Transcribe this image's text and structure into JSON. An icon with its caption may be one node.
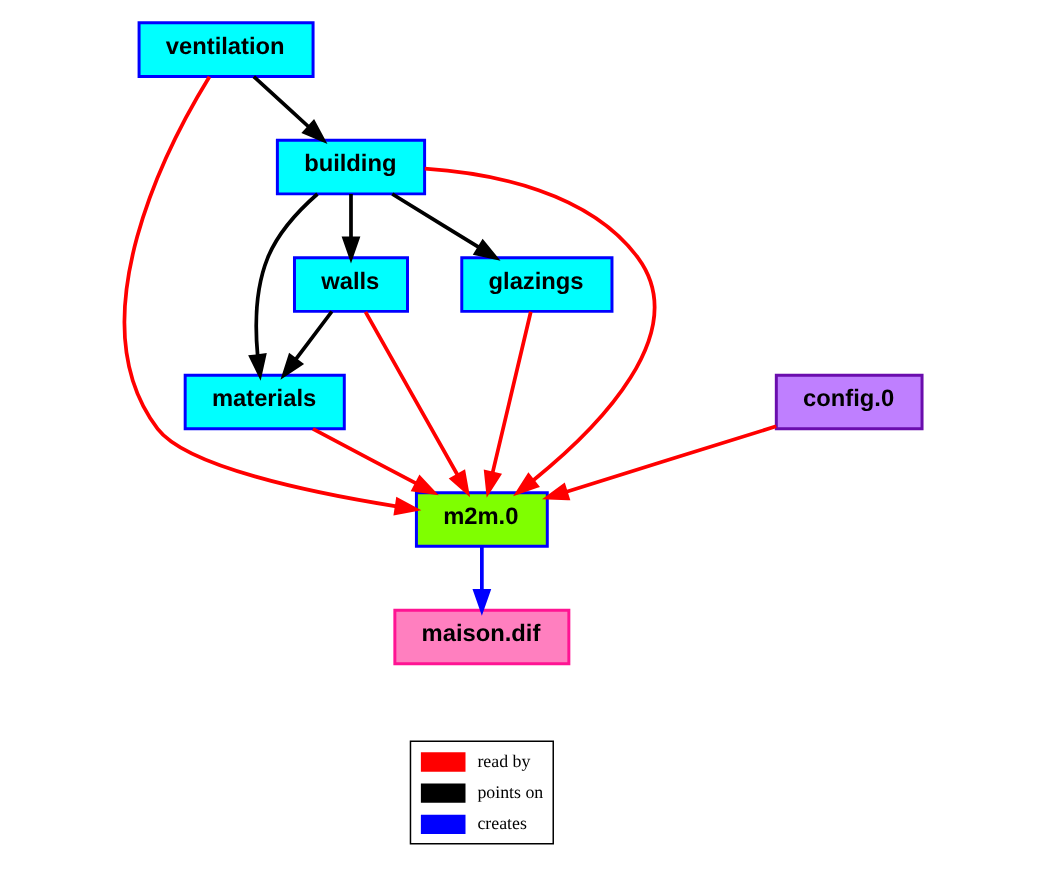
{
  "diagram": {
    "nodes": [
      {
        "text": [
          "materials"
        ]
      },
      {
        "text": [
          "walls"
        ]
      },
      {
        "text": [
          "glazings"
        ]
      },
      {
        "text": [
          "config.0"
        ]
      },
      {
        "text": [
          "m2m.0"
        ]
      },
      {
        "text": [
          "building"
        ]
      },
      {
        "text": [
          "maison.dif"
        ]
      },
      {
        "text": [
          "ventilation"
        ]
      }
    ],
    "edges": [
      {
        "from": 1,
        "to": 0,
        "arrow": "to",
        "color": "#000000"
      },
      {
        "from": 0,
        "to": 4,
        "arrow": "to",
        "color": "#ff0000"
      },
      {
        "from": 1,
        "to": 4,
        "arrow": "to",
        "color": "#ff0000"
      },
      {
        "from": 2,
        "to": 4,
        "arrow": "to",
        "color": "#ff0000"
      },
      {
        "from": 3,
        "to": 4,
        "arrow": "to",
        "color": "#ff0000"
      },
      {
        "from": 5,
        "to": 4,
        "arrow": "to",
        "color": "#ff0000"
      },
      {
        "from": 7,
        "to": 4,
        "arrow": "to",
        "color": "#ff0000"
      },
      {
        "from": 4,
        "to": 6,
        "arrow": "to",
        "color": "#0000ff"
      },
      {
        "from": 5,
        "to": 0,
        "arrow": "to",
        "color": "#000000"
      },
      {
        "from": 5,
        "to": 1,
        "arrow": "to",
        "color": "#000000"
      },
      {
        "from": 5,
        "to": 2,
        "arrow": "to",
        "color": "#000000"
      },
      {
        "from": 7,
        "to": 5,
        "arrow": "to",
        "color": "#000000"
      }
    ],
    "legend": [
      {
        "text": "read by",
        "color": "#ff0000"
      },
      {
        "text": "points on",
        "color": "#000000"
      },
      {
        "text": "creates",
        "color": "#0000ff"
      }
    ]
  }
}
